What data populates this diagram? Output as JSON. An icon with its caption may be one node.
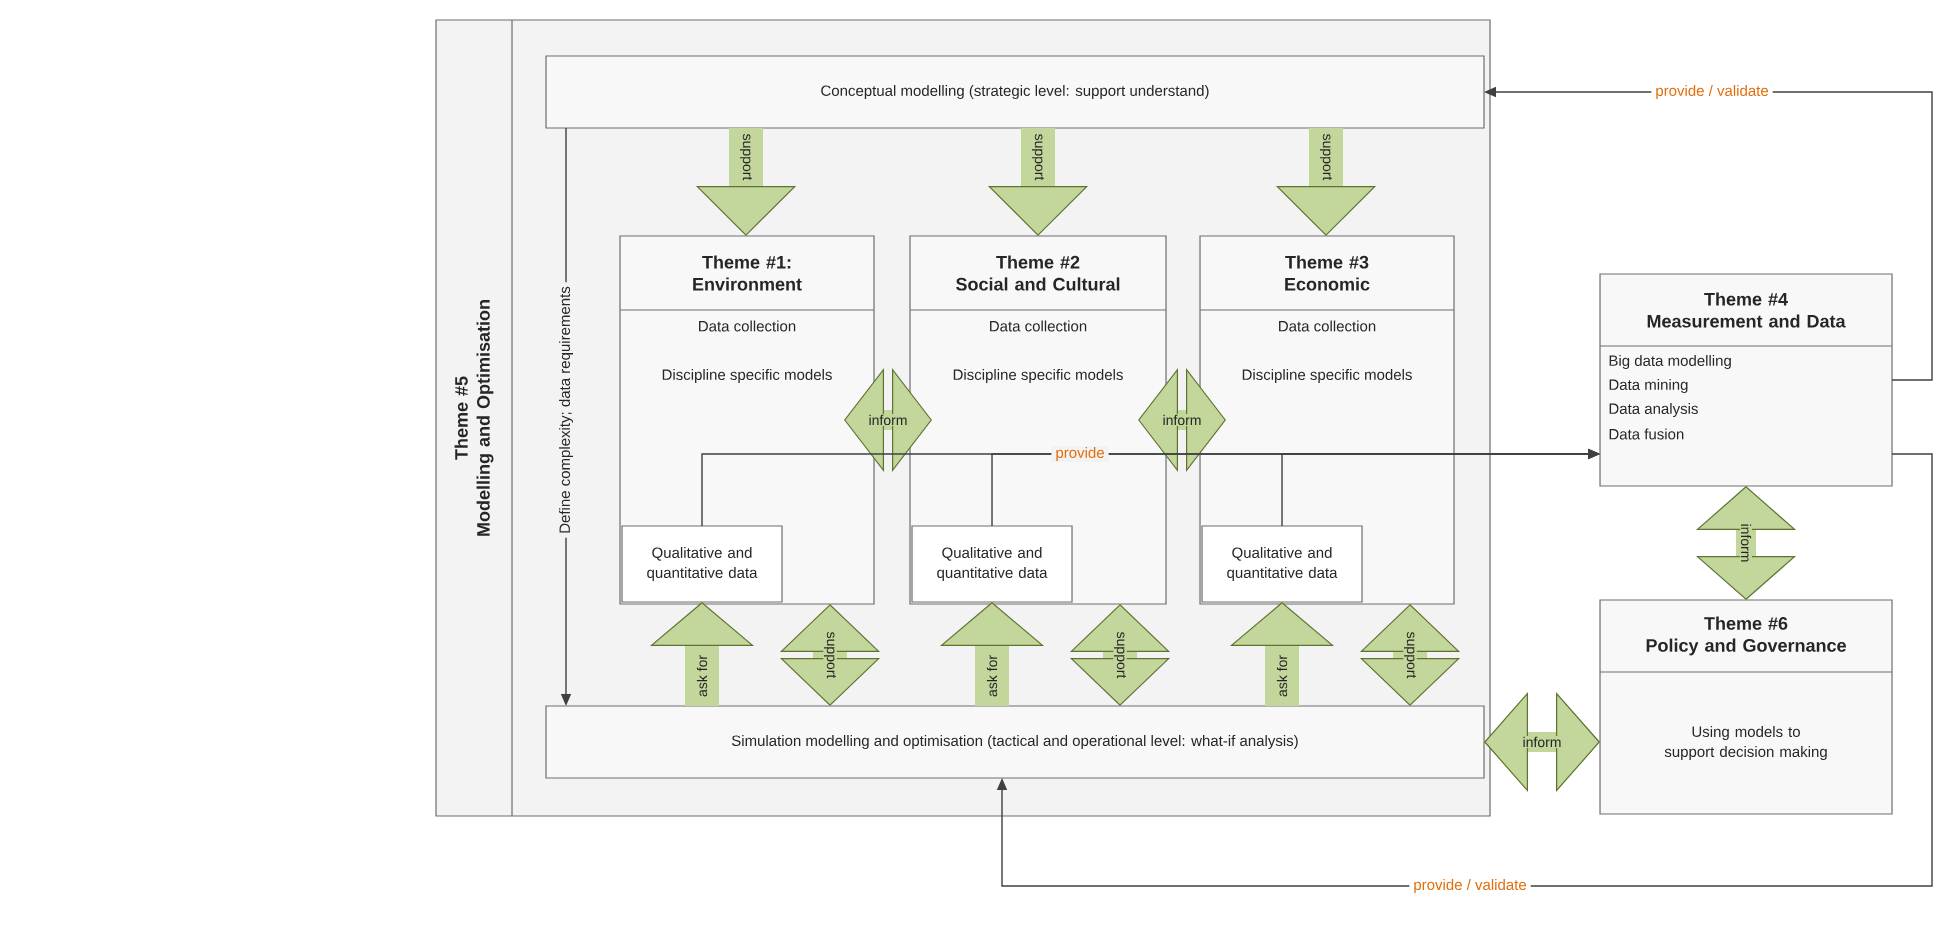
{
  "diagram": {
    "nodes": [
      {
        "text": [
          "Theme #5 Modelling and Optimisation"
        ]
      },
      {
        "text": [
          "Conceptual modelling (strategic level: support understand)"
        ],
        "in": 0
      },
      {
        "text": [
          "Theme #1: Environment",
          "Data collection",
          "Discipline specific models"
        ],
        "in": 0
      },
      {
        "text": [
          "Qualitative and quantitative data"
        ],
        "in": 2
      },
      {
        "text": [
          "Theme #2 Social and Cultural",
          "Data collection",
          "Discipline specific models"
        ],
        "in": 0
      },
      {
        "text": [
          "Qualitative and quantitative data"
        ],
        "in": 4
      },
      {
        "text": [
          "Theme #3 Economic",
          "Data collection",
          "Discipline specific models"
        ],
        "in": 0
      },
      {
        "text": [
          "Qualitative and quantitative data"
        ],
        "in": 6
      },
      {
        "text": [
          "Simulation modelling and optimisation (tactical and operational level: what-if analysis)"
        ],
        "in": 0
      },
      {
        "text": [
          "Theme #4 Measurement and Data",
          "Big data modelling",
          "Data mining",
          "Data analysis",
          "Data fusion"
        ]
      },
      {
        "text": [
          "Theme #6 Policy and Governance",
          "Using models to support decision making"
        ]
      }
    ],
    "edges": [
      {
        "from": 1,
        "to": 2,
        "arrow": "to",
        "label": "support"
      },
      {
        "from": 1,
        "to": 4,
        "arrow": "to",
        "label": "support"
      },
      {
        "from": 1,
        "to": 6,
        "arrow": "to",
        "label": "support"
      },
      {
        "from": 2,
        "to": 4,
        "arrow": "both",
        "label": "inform"
      },
      {
        "from": 4,
        "to": 6,
        "arrow": "both",
        "label": "inform"
      },
      {
        "from": 8,
        "to": 3,
        "arrow": "to",
        "label": "ask for"
      },
      {
        "from": 8,
        "to": 5,
        "arrow": "to",
        "label": "ask for"
      },
      {
        "from": 8,
        "to": 7,
        "arrow": "to",
        "label": "ask for"
      },
      {
        "from": 8,
        "to": 2,
        "arrow": "both",
        "label": "support"
      },
      {
        "from": 8,
        "to": 4,
        "arrow": "both",
        "label": "support"
      },
      {
        "from": 8,
        "to": 6,
        "arrow": "both",
        "label": "support"
      },
      {
        "from": 1,
        "to": 8,
        "arrow": "to",
        "label": "Define complexity; data requirements",
        "color": "#404040"
      },
      {
        "from": 3,
        "to": 9,
        "arrow": "to",
        "color": "#404040"
      },
      {
        "from": 5,
        "to": 9,
        "arrow": "to",
        "label": "provide",
        "color": "#404040"
      },
      {
        "from": 7,
        "to": 9,
        "arrow": "to",
        "color": "#404040"
      },
      {
        "from": 9,
        "to": 1,
        "arrow": "to",
        "label": "provide / validate",
        "color": "#404040"
      },
      {
        "from": 9,
        "to": 8,
        "arrow": "to",
        "label": "provide / validate",
        "color": "#404040"
      },
      {
        "from": 9,
        "to": 10,
        "arrow": "both",
        "label": "inform"
      },
      {
        "from": 8,
        "to": 10,
        "arrow": "both",
        "label": "inform"
      }
    ]
  }
}
